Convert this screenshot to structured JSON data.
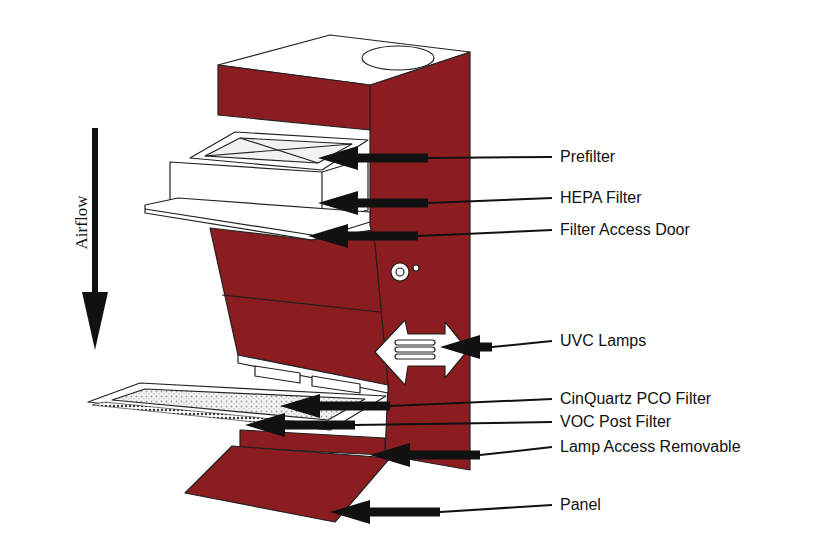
{
  "diagram": {
    "labels": [
      "Airflow",
      "Prefilter",
      "HEPA Filter",
      "Filter Access Door",
      "UVC Lamps",
      "CinQuartz PCO Filter",
      "VOC Post Filter",
      "Lamp Access Removable",
      "Panel"
    ]
  }
}
